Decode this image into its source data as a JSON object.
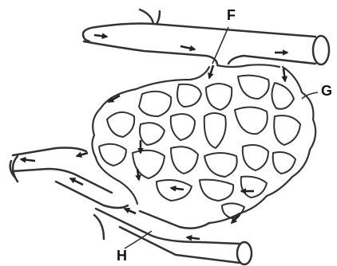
{
  "diagram": {
    "labels": {
      "f": "F",
      "g": "G",
      "h": "H"
    },
    "ink_color": "#333333"
  }
}
